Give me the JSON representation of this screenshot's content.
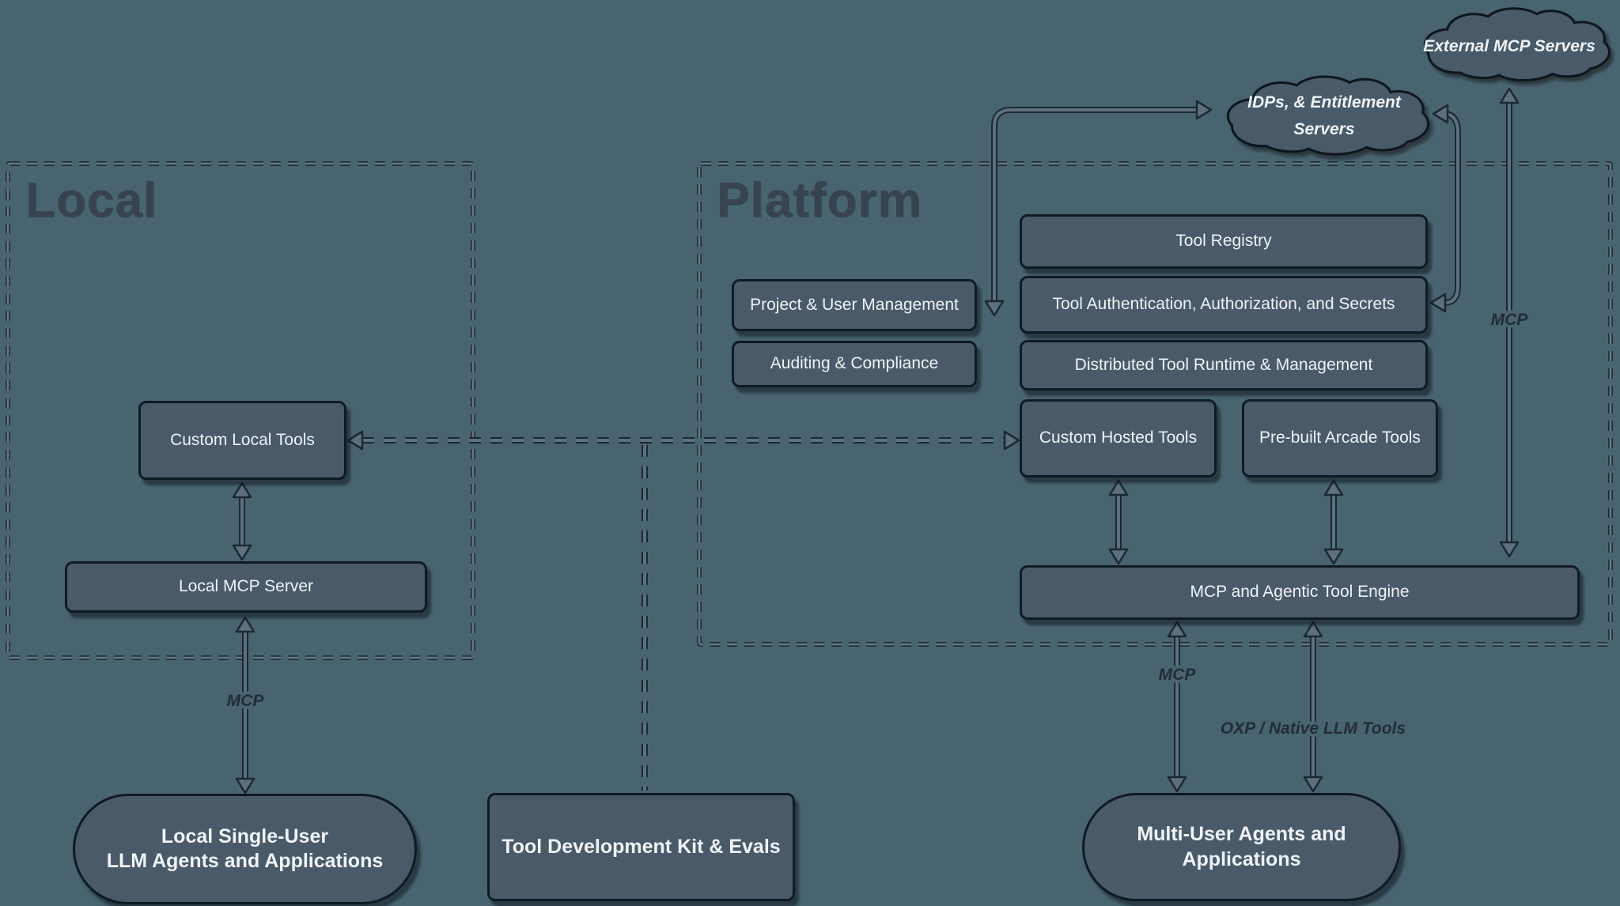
{
  "containers": {
    "local": {
      "label": "Local"
    },
    "platform": {
      "label": "Platform"
    }
  },
  "clouds": {
    "external_mcp": {
      "label": "External MCP Servers"
    },
    "idps": {
      "label_line1": "IDPs, & Entitlement",
      "label_line2": "Servers"
    }
  },
  "nodes": {
    "tool_registry": {
      "label": "Tool Registry"
    },
    "tool_auth": {
      "label": "Tool Authentication, Authorization, and Secrets"
    },
    "distributed": {
      "label": "Distributed Tool Runtime & Management"
    },
    "project_user": {
      "label": "Project & User Management"
    },
    "auditing": {
      "label": "Auditing & Compliance"
    },
    "custom_hosted": {
      "label": "Custom Hosted Tools"
    },
    "prebuilt_arcade": {
      "label": "Pre-built Arcade Tools"
    },
    "engine": {
      "label": "MCP and Agentic Tool Engine"
    },
    "custom_local": {
      "label": "Custom Local Tools"
    },
    "local_mcp": {
      "label": "Local MCP Server"
    },
    "tdk": {
      "label": "Tool Development Kit & Evals"
    },
    "local_agents": {
      "line1": "Local Single-User",
      "line2": "LLM Agents and Applications"
    },
    "multi_agents": {
      "line1": "Multi-User Agents and",
      "line2": "Applications"
    }
  },
  "edge_labels": {
    "local_mcp_protocol": "MCP",
    "engine_mcp_protocol": "MCP",
    "external_mcp_protocol": "MCP",
    "oxp": "OXP / Native LLM Tools"
  },
  "colors": {
    "background": "#486470",
    "node_fill": "#4a5a68",
    "node_border": "#101a23",
    "node_text": "#eef3f6",
    "container_label": "#37434f",
    "arrow_fill": "#5c7080",
    "arrow_outline": "#1c2831"
  }
}
